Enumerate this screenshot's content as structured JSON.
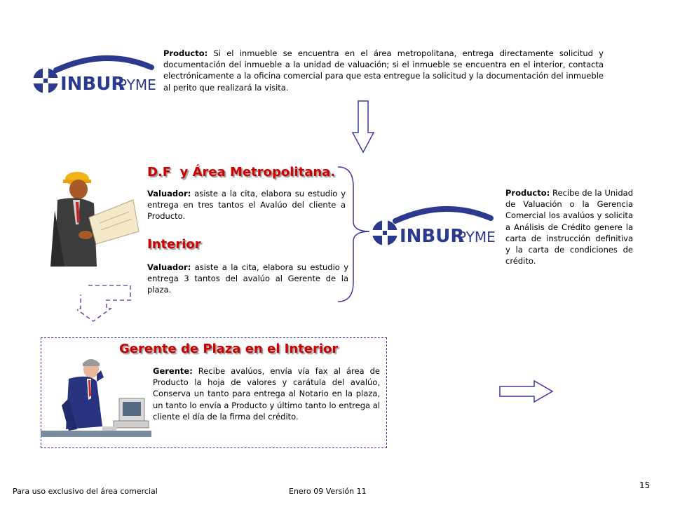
{
  "logos": [
    {
      "brand_main": "INBUR",
      "brand_suffix": "PYME"
    },
    {
      "brand_main": "INBUR",
      "brand_suffix": "PYME"
    }
  ],
  "top_block": {
    "label": "Producto:",
    "text": " Si el inmueble se encuentra en el área metropolitana, entrega directamente solicitud y documentación del inmueble a la unidad de valuación; si el inmueble se encuentra en el interior, contacta electrónicamente a la oficina comercial para que esta entregue la solicitud y la documentación del inmueble al perito que realizará la visita."
  },
  "metro": {
    "heading": "D.F  y Área Metropolitana.",
    "label": "Valuador:",
    "text": " asiste a la cita, elabora su estudio y entrega en tres tantos el Avalúo del cliente a Producto."
  },
  "interior": {
    "heading": "Interior",
    "label": "Valuador:",
    "text": " asiste a la cita, elabora su estudio y entrega 3 tantos del  avalúo al Gerente de la  plaza."
  },
  "right_block": {
    "label": "Producto:",
    "text": " Recibe de la Unidad de Valuación o la Gerencia Comercial los avalúos y solicita a Análisis de Crédito genere la carta de instrucción definitiva y la carta de condiciones de crédito."
  },
  "gerente": {
    "heading": "Gerente de Plaza en el Interior",
    "label": "Gerente:",
    "text": " Recibe avalúos, envía vía fax al área de Producto la hoja de valores y carátula del avalúo, Conserva un tanto para entrega al Notario en la plaza, un tanto lo envía a Producto y último tanto lo entrega al cliente el día de la firma del crédito."
  },
  "footer": {
    "left": "Para uso exclusivo del área comercial",
    "center": "Enero 09 Versión 11",
    "page": "15"
  },
  "colors": {
    "brand_blue": "#2b3a8f",
    "heading_red": "#cc0000",
    "arrow_blue": "#3a3aa8"
  },
  "icons": [
    "inburpyme-logo",
    "construction-worker-illustration",
    "office-manager-illustration",
    "down-arrow",
    "right-arrow",
    "bracket"
  ]
}
